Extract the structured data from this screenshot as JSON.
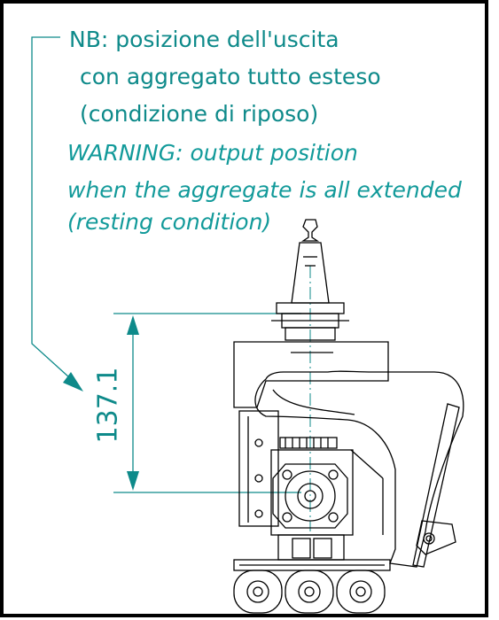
{
  "note_it": {
    "line1": "NB: posizione dell'uscita",
    "line2": "con aggregato tutto esteso",
    "line3": "(condizione di riposo)"
  },
  "note_en": {
    "line1": "WARNING: output position",
    "line2": "when the aggregate is all extended",
    "line3": "(resting condition)"
  },
  "dimension": {
    "value": "137.1"
  },
  "colors": {
    "annotation": "#0e8a8a",
    "lines": "#000000"
  }
}
